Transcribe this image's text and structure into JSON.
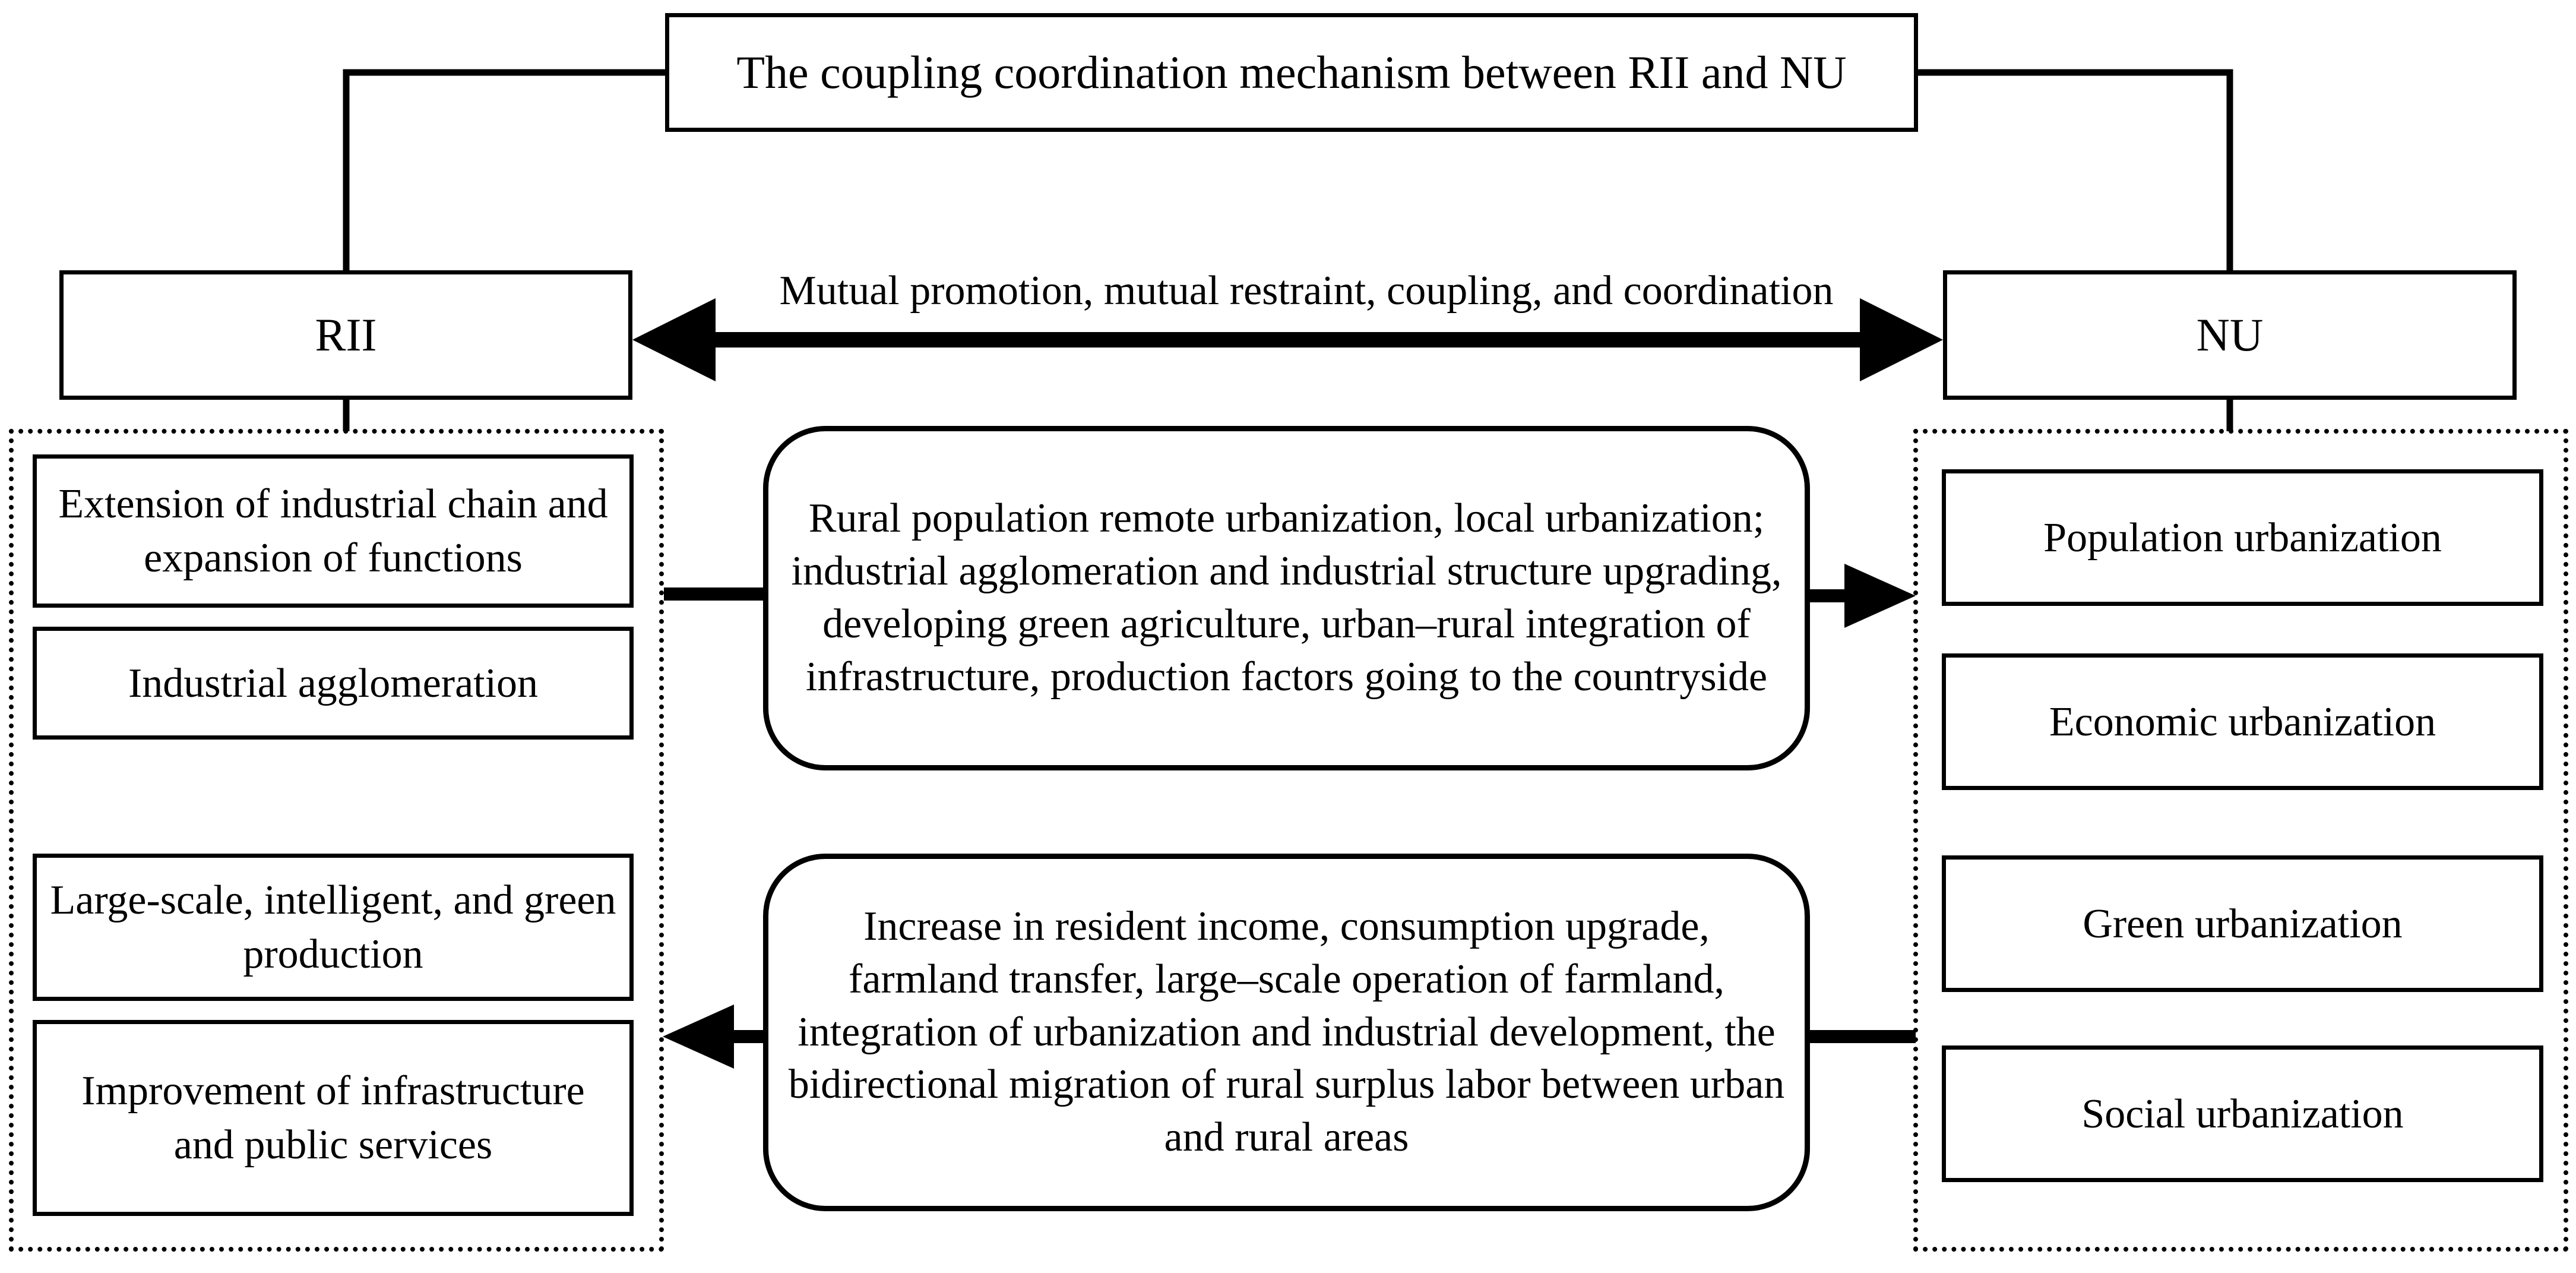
{
  "diagram": {
    "title_box": {
      "label": "The coupling coordination mechanism between RII and NU"
    },
    "pillars": {
      "left": {
        "label": "RII"
      },
      "right": {
        "label": "NU"
      }
    },
    "central_relation_label": "Mutual promotion, mutual restraint, coupling, and coordination",
    "left_group": {
      "items": [
        {
          "label": "Extension of industrial chain and expansion of functions"
        },
        {
          "label": "Industrial agglomeration"
        },
        {
          "label": "Large-scale, intelligent, and green production"
        },
        {
          "label": "Improvement of infrastructure and public services"
        }
      ]
    },
    "right_group": {
      "items": [
        {
          "label": "Population urbanization"
        },
        {
          "label": "Economic urbanization"
        },
        {
          "label": "Green urbanization"
        },
        {
          "label": "Social urbanization"
        }
      ]
    },
    "mechanisms": [
      {
        "direction": "rii-to-nu",
        "label": "Rural population remote urbanization, local urbanization; industrial agglomeration and industrial structure upgrading, developing green agriculture, urban–rural integration of infrastructure, production factors going to the countryside"
      },
      {
        "direction": "nu-to-rii",
        "label": "Increase in resident income, consumption upgrade, farmland transfer, large–scale operation of farmland, integration of urbanization and industrial development, the bidirectional migration of rural surplus labor between urban and rural areas"
      }
    ],
    "colors": {
      "stroke": "#000000",
      "background": "#ffffff",
      "text": "#000000"
    }
  }
}
